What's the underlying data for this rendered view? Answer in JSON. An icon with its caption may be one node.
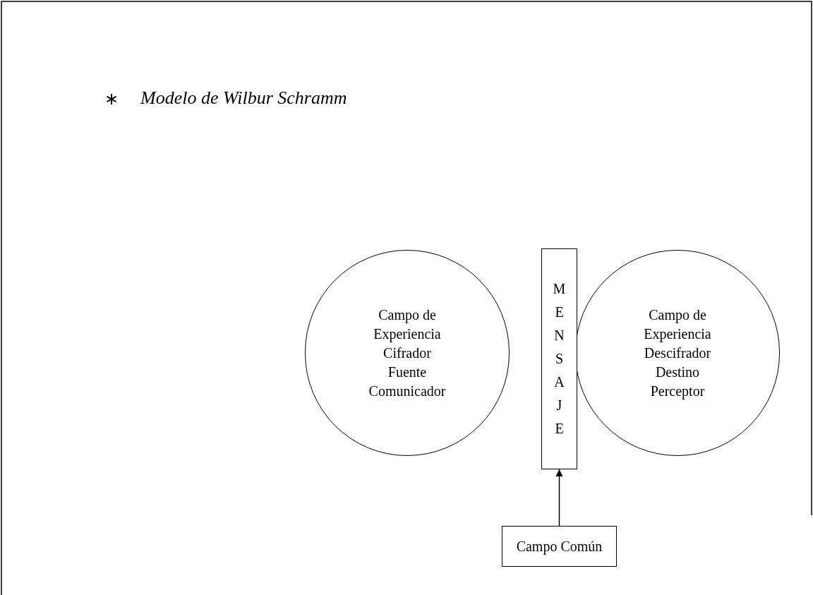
{
  "diagram": {
    "title": "Modelo de Wilbur Schramm",
    "nodes": [
      {
        "text": [
          "Campo de Experiencia",
          "Cifrador",
          "Fuente",
          "Comunicador"
        ]
      },
      {
        "text": [
          "MENSAJE"
        ]
      },
      {
        "text": [
          "Campo de Experiencia",
          "Descifrador",
          "Destino",
          "Perceptor"
        ]
      },
      {
        "text": [
          "Campo Común"
        ]
      }
    ],
    "edges": [
      {
        "from": 3,
        "to": 1,
        "arrow": "to"
      }
    ],
    "labels": [
      "∗"
    ]
  }
}
